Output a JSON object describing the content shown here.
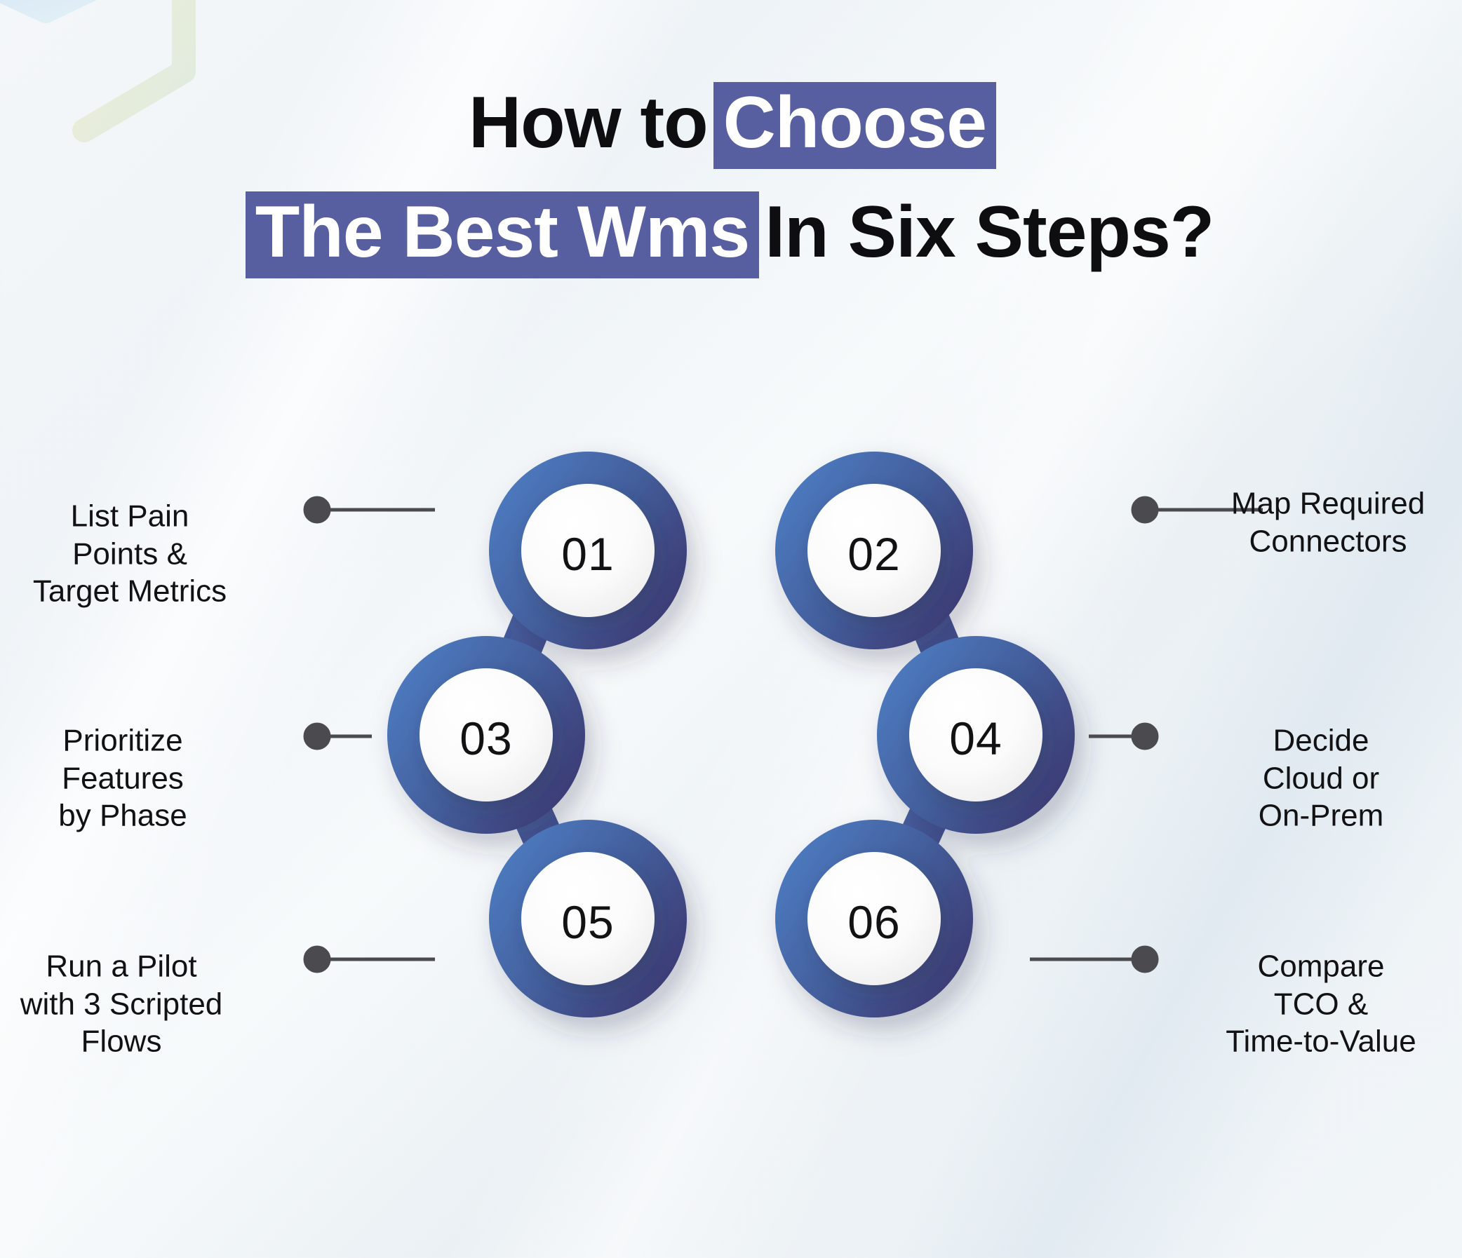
{
  "title": {
    "line1": [
      {
        "text": "How to ",
        "highlight": false
      },
      {
        "text": "Choose",
        "highlight": true
      }
    ],
    "line2": [
      {
        "text": "The Best Wms",
        "highlight": true
      },
      {
        "text": " In Six Steps?",
        "highlight": false
      }
    ],
    "full": "How to Choose The Best Wms In Six Steps?"
  },
  "colors": {
    "highlight_purple": "#585fa0",
    "ring_blue": "#4a72b8",
    "ring_purple": "#3e3f79",
    "connector_gray": "#4b4b4f",
    "text_dark": "#121214",
    "background": "#eef3f7"
  },
  "steps": [
    {
      "number": "01",
      "label": "List Pain\nPoints &\nTarget Metrics",
      "side": "left",
      "connector": "long"
    },
    {
      "number": "02",
      "label": "Map Required\nConnectors",
      "side": "right",
      "connector": "long"
    },
    {
      "number": "03",
      "label": "Prioritize\nFeatures\nby Phase",
      "side": "left",
      "connector": "short"
    },
    {
      "number": "04",
      "label": "Decide\nCloud or\nOn-Prem",
      "side": "right",
      "connector": "short"
    },
    {
      "number": "05",
      "label": "Run a Pilot\nwith 3 Scripted\nFlows",
      "side": "left",
      "connector": "long"
    },
    {
      "number": "06",
      "label": "Compare\nTCO &\nTime-to-Value",
      "side": "right",
      "connector": "long"
    }
  ],
  "watermark": {
    "name": "isometric-box-logo"
  }
}
